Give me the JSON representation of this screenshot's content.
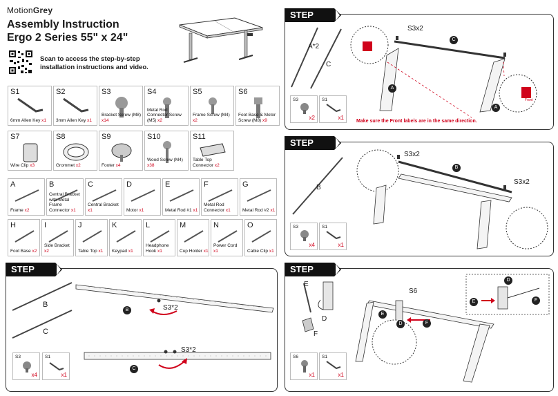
{
  "header": {
    "brand_a": "Motion",
    "brand_b": "Grey",
    "title_line1": "Assembly Instruction",
    "title_line2": "Ergo 2 Series 55\" x 24\"",
    "scan_text": "Scan to access the step-by-step installation instructions and video."
  },
  "hardware": [
    {
      "id": "S1",
      "label": "6mm Allen Key",
      "qty": "x1",
      "icon": "allen-key-icon"
    },
    {
      "id": "S2",
      "label": "3mm Allen Key",
      "qty": "x1",
      "icon": "allen-key-icon"
    },
    {
      "id": "S3",
      "label": "Bracket Screw (M8)",
      "qty": "x14",
      "icon": "bracket-screw-icon"
    },
    {
      "id": "S4",
      "label": "Metal Rod Connector Screw (M5)",
      "qty": "x2",
      "icon": "connector-screw-icon"
    },
    {
      "id": "S5",
      "label": "Frame Screw (M4)",
      "qty": "x2",
      "icon": "frame-screw-icon"
    },
    {
      "id": "S6",
      "label": "Foot Base & Motor Screw (M8)",
      "qty": "x9",
      "icon": "foot-base-screw-icon"
    },
    {
      "id": "S7",
      "label": "Wire Clip",
      "qty": "x3",
      "icon": "wire-clip-icon"
    },
    {
      "id": "S8",
      "label": "Grommet",
      "qty": "x2",
      "icon": "grommet-icon"
    },
    {
      "id": "S9",
      "label": "Footer",
      "qty": "x4",
      "icon": "footer-icon"
    },
    {
      "id": "S10",
      "label": "Wood Screw (M4)",
      "qty": "x38",
      "icon": "wood-screw-icon"
    },
    {
      "id": "S11",
      "label": "Table Top Connector",
      "qty": "x2",
      "icon": "table-top-connector-icon"
    }
  ],
  "parts_row1": [
    {
      "id": "A",
      "label": "Frame",
      "qty": "x2"
    },
    {
      "id": "B",
      "label": "Central Bracket with Metal Frame Connector",
      "qty": "x1"
    },
    {
      "id": "C",
      "label": "Central Bracket",
      "qty": "x1"
    },
    {
      "id": "D",
      "label": "Motor",
      "qty": "x1"
    },
    {
      "id": "E",
      "label": "Metal Rod #1",
      "qty": "x1"
    },
    {
      "id": "F",
      "label": "Metal Rod Connector",
      "qty": "x1"
    },
    {
      "id": "G",
      "label": "Metal Rod #2",
      "qty": "x1"
    }
  ],
  "parts_row2": [
    {
      "id": "H",
      "label": "Foot Base",
      "qty": "x2"
    },
    {
      "id": "I",
      "label": "Side Bracket",
      "qty": "x2"
    },
    {
      "id": "J",
      "label": "Table Top",
      "qty": "x1"
    },
    {
      "id": "K",
      "label": "Keypad",
      "qty": "x1"
    },
    {
      "id": "L",
      "label": "Headphone Hook",
      "qty": "x1"
    },
    {
      "id": "M",
      "label": "Cup Holder",
      "qty": "x1"
    },
    {
      "id": "N",
      "label": "Power Cord",
      "qty": "x1"
    },
    {
      "id": "O",
      "label": "Cable Clip",
      "qty": "x1"
    }
  ],
  "step1": {
    "title": "STEP 1",
    "label_b": "B",
    "label_c": "C",
    "callout_b": "S3*2",
    "callout_c": "S3*2",
    "mini": [
      {
        "id": "S3",
        "qty": "x4"
      },
      {
        "id": "S1",
        "qty": "x1"
      }
    ]
  },
  "step2": {
    "title": "STEP 2",
    "part_a": "A*2",
    "part_c": "C",
    "callout": "S3x2",
    "note": "Make sure the Front labels are in the same direction.",
    "front": "Front",
    "mini": [
      {
        "id": "S3",
        "qty": "x2"
      },
      {
        "id": "S1",
        "qty": "x1"
      }
    ]
  },
  "step3": {
    "title": "STEP 3",
    "part_b": "B",
    "callout1": "S3x2",
    "callout2": "S3x2",
    "mini": [
      {
        "id": "S3",
        "qty": "x4"
      },
      {
        "id": "S1",
        "qty": "x1"
      }
    ]
  },
  "step4": {
    "title": "STEP 4",
    "part_e": "E",
    "part_d": "D",
    "part_f": "F",
    "callout": "S6",
    "mini": [
      {
        "id": "S6",
        "qty": "x1"
      },
      {
        "id": "S1",
        "qty": "x1"
      }
    ]
  },
  "colors": {
    "accent": "#d0021b",
    "dark": "#1a1a1a"
  }
}
